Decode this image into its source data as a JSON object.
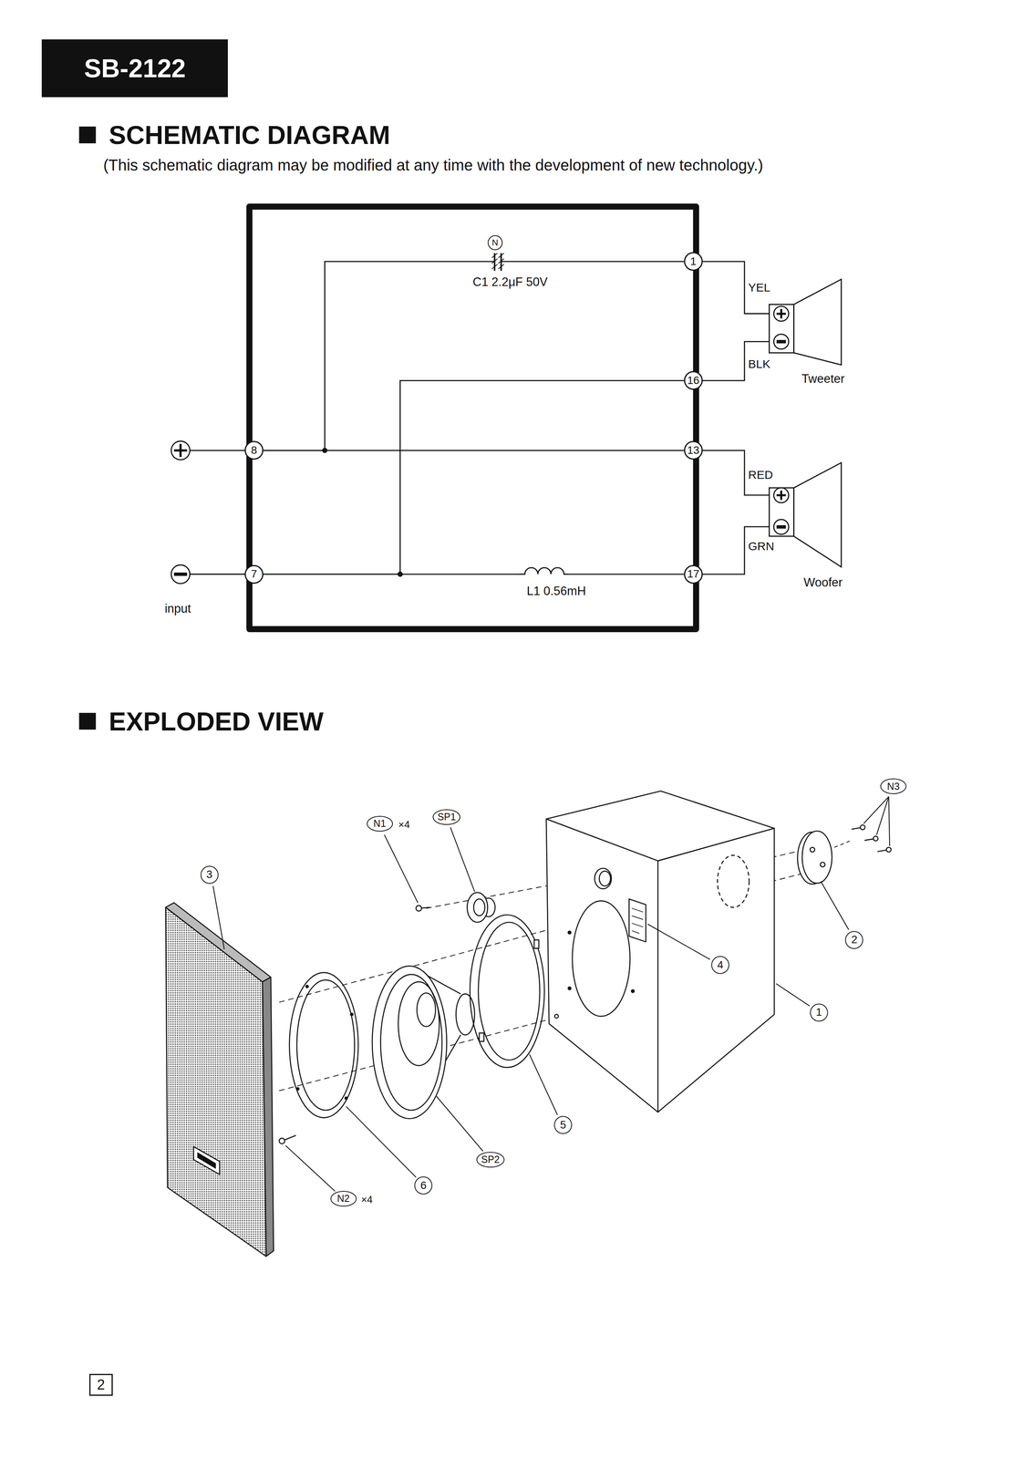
{
  "diagram": {
    "title": "SCHEMATIC DIAGRAM",
    "caption": "(This schematic diagram may be modified at any time with the development of new technology.)",
    "nodes": [
      {
        "text": [
          "SB-2122"
        ]
      },
      {
        "text": [
          "N"
        ]
      },
      {
        "text": [
          "1"
        ]
      },
      {
        "text": [
          "16"
        ]
      },
      {
        "text": [
          "8"
        ]
      },
      {
        "text": [
          "13"
        ]
      },
      {
        "text": [
          "7"
        ]
      },
      {
        "text": [
          "17"
        ]
      },
      {
        "text": [
          "Tweeter"
        ]
      },
      {
        "text": [
          "Woofer"
        ]
      },
      {
        "text": [
          "N3"
        ]
      },
      {
        "text": [
          "N1"
        ]
      },
      {
        "text": [
          "SP1"
        ]
      },
      {
        "text": [
          "3"
        ]
      },
      {
        "text": [
          "2"
        ]
      },
      {
        "text": [
          "4"
        ]
      },
      {
        "text": [
          "1"
        ]
      },
      {
        "text": [
          "5"
        ]
      },
      {
        "text": [
          "SP2"
        ]
      },
      {
        "text": [
          "6"
        ]
      },
      {
        "text": [
          "N2"
        ]
      },
      {
        "text": [
          "2"
        ]
      }
    ],
    "edges": [
      {
        "from": 4,
        "to": 5,
        "arrow": "none"
      },
      {
        "from": 4,
        "to": 2,
        "arrow": "none"
      },
      {
        "from": 6,
        "to": 7,
        "arrow": "none"
      },
      {
        "from": 6,
        "to": 3,
        "arrow": "none"
      },
      {
        "from": 2,
        "to": 8,
        "label": "YEL",
        "arrow": "none"
      },
      {
        "from": 3,
        "to": 8,
        "label": "BLK",
        "arrow": "none"
      },
      {
        "from": 5,
        "to": 9,
        "label": "RED",
        "arrow": "none"
      },
      {
        "from": 7,
        "to": 9,
        "label": "GRN",
        "arrow": "none"
      }
    ],
    "labels": [
      "C1 2.2μF 50V",
      "L1 0.56mH",
      "input",
      "EXPLODED VIEW",
      "×4",
      "×4"
    ]
  }
}
